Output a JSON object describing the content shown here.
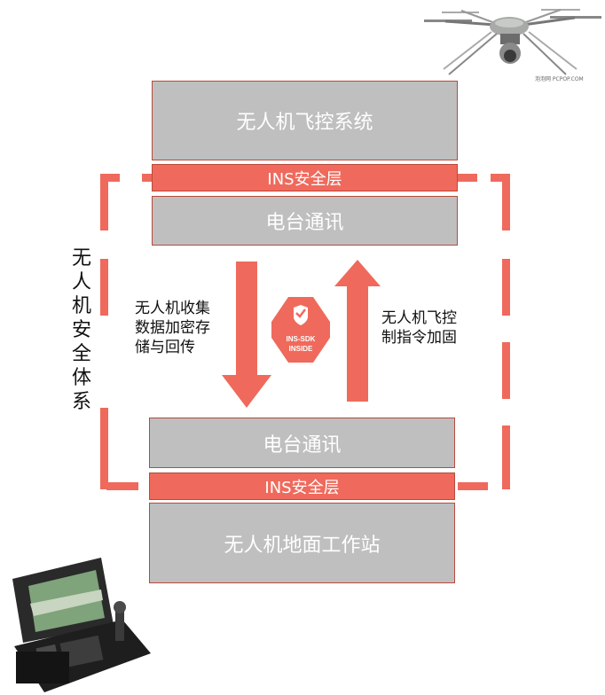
{
  "top": {
    "flight_control": "无人机飞控系统",
    "ins_layer": "INS安全层",
    "radio": "电台通讯"
  },
  "bottom": {
    "radio": "电台通讯",
    "ins_layer": "INS安全层",
    "ground_station": "无人机地面工作站"
  },
  "system_label": "无人机安全体系",
  "left_note": [
    "无人机收集",
    "数据加密存",
    "储与回传"
  ],
  "right_note": [
    "无人机飞控",
    "制指令加固"
  ],
  "badge": {
    "line1": "INS-SDK",
    "line2": "INSIDE"
  },
  "drone_credit": "泡泡网 PCPOP.COM",
  "colors": {
    "accent": "#ef6a5c",
    "box": "#bfbfbf",
    "border": "#b84a3c",
    "text": "#111111"
  }
}
